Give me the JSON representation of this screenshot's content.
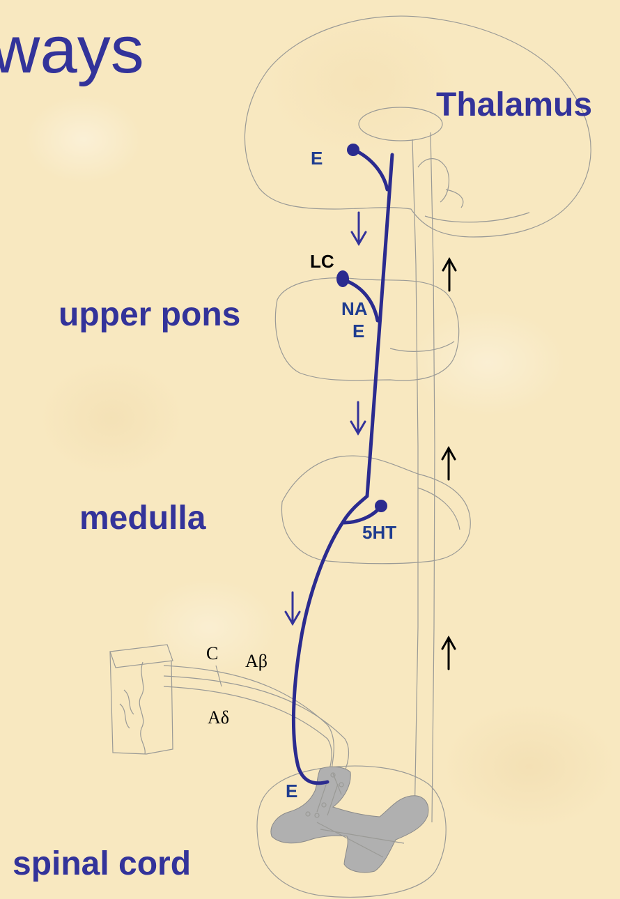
{
  "title": "ways",
  "regions": {
    "thalamus": "Thalamus",
    "upper_pons": "upper pons",
    "medulla": "medulla",
    "spinal_cord": "spinal cord"
  },
  "neurotransmitters": {
    "thalamic_e": "E",
    "lc": "LC",
    "nae_line1": "NA",
    "nae_line2": "E",
    "serotonin": "5HT",
    "spinal_e": "E"
  },
  "fibers": {
    "c": "C",
    "a_beta": "Aβ",
    "a_delta": "Aδ"
  },
  "arrows": {
    "descending": "↓",
    "ascending": "↑"
  },
  "colors": {
    "background": "#f8e8c0",
    "text_blue": "#33339a",
    "pathway_blue": "#2b2b8f",
    "label_dark_blue": "#1f3c8f",
    "ascending_arrow": "#000000",
    "outline_gray": "#9a9a96",
    "gray_matter": "#b0b0b0"
  }
}
